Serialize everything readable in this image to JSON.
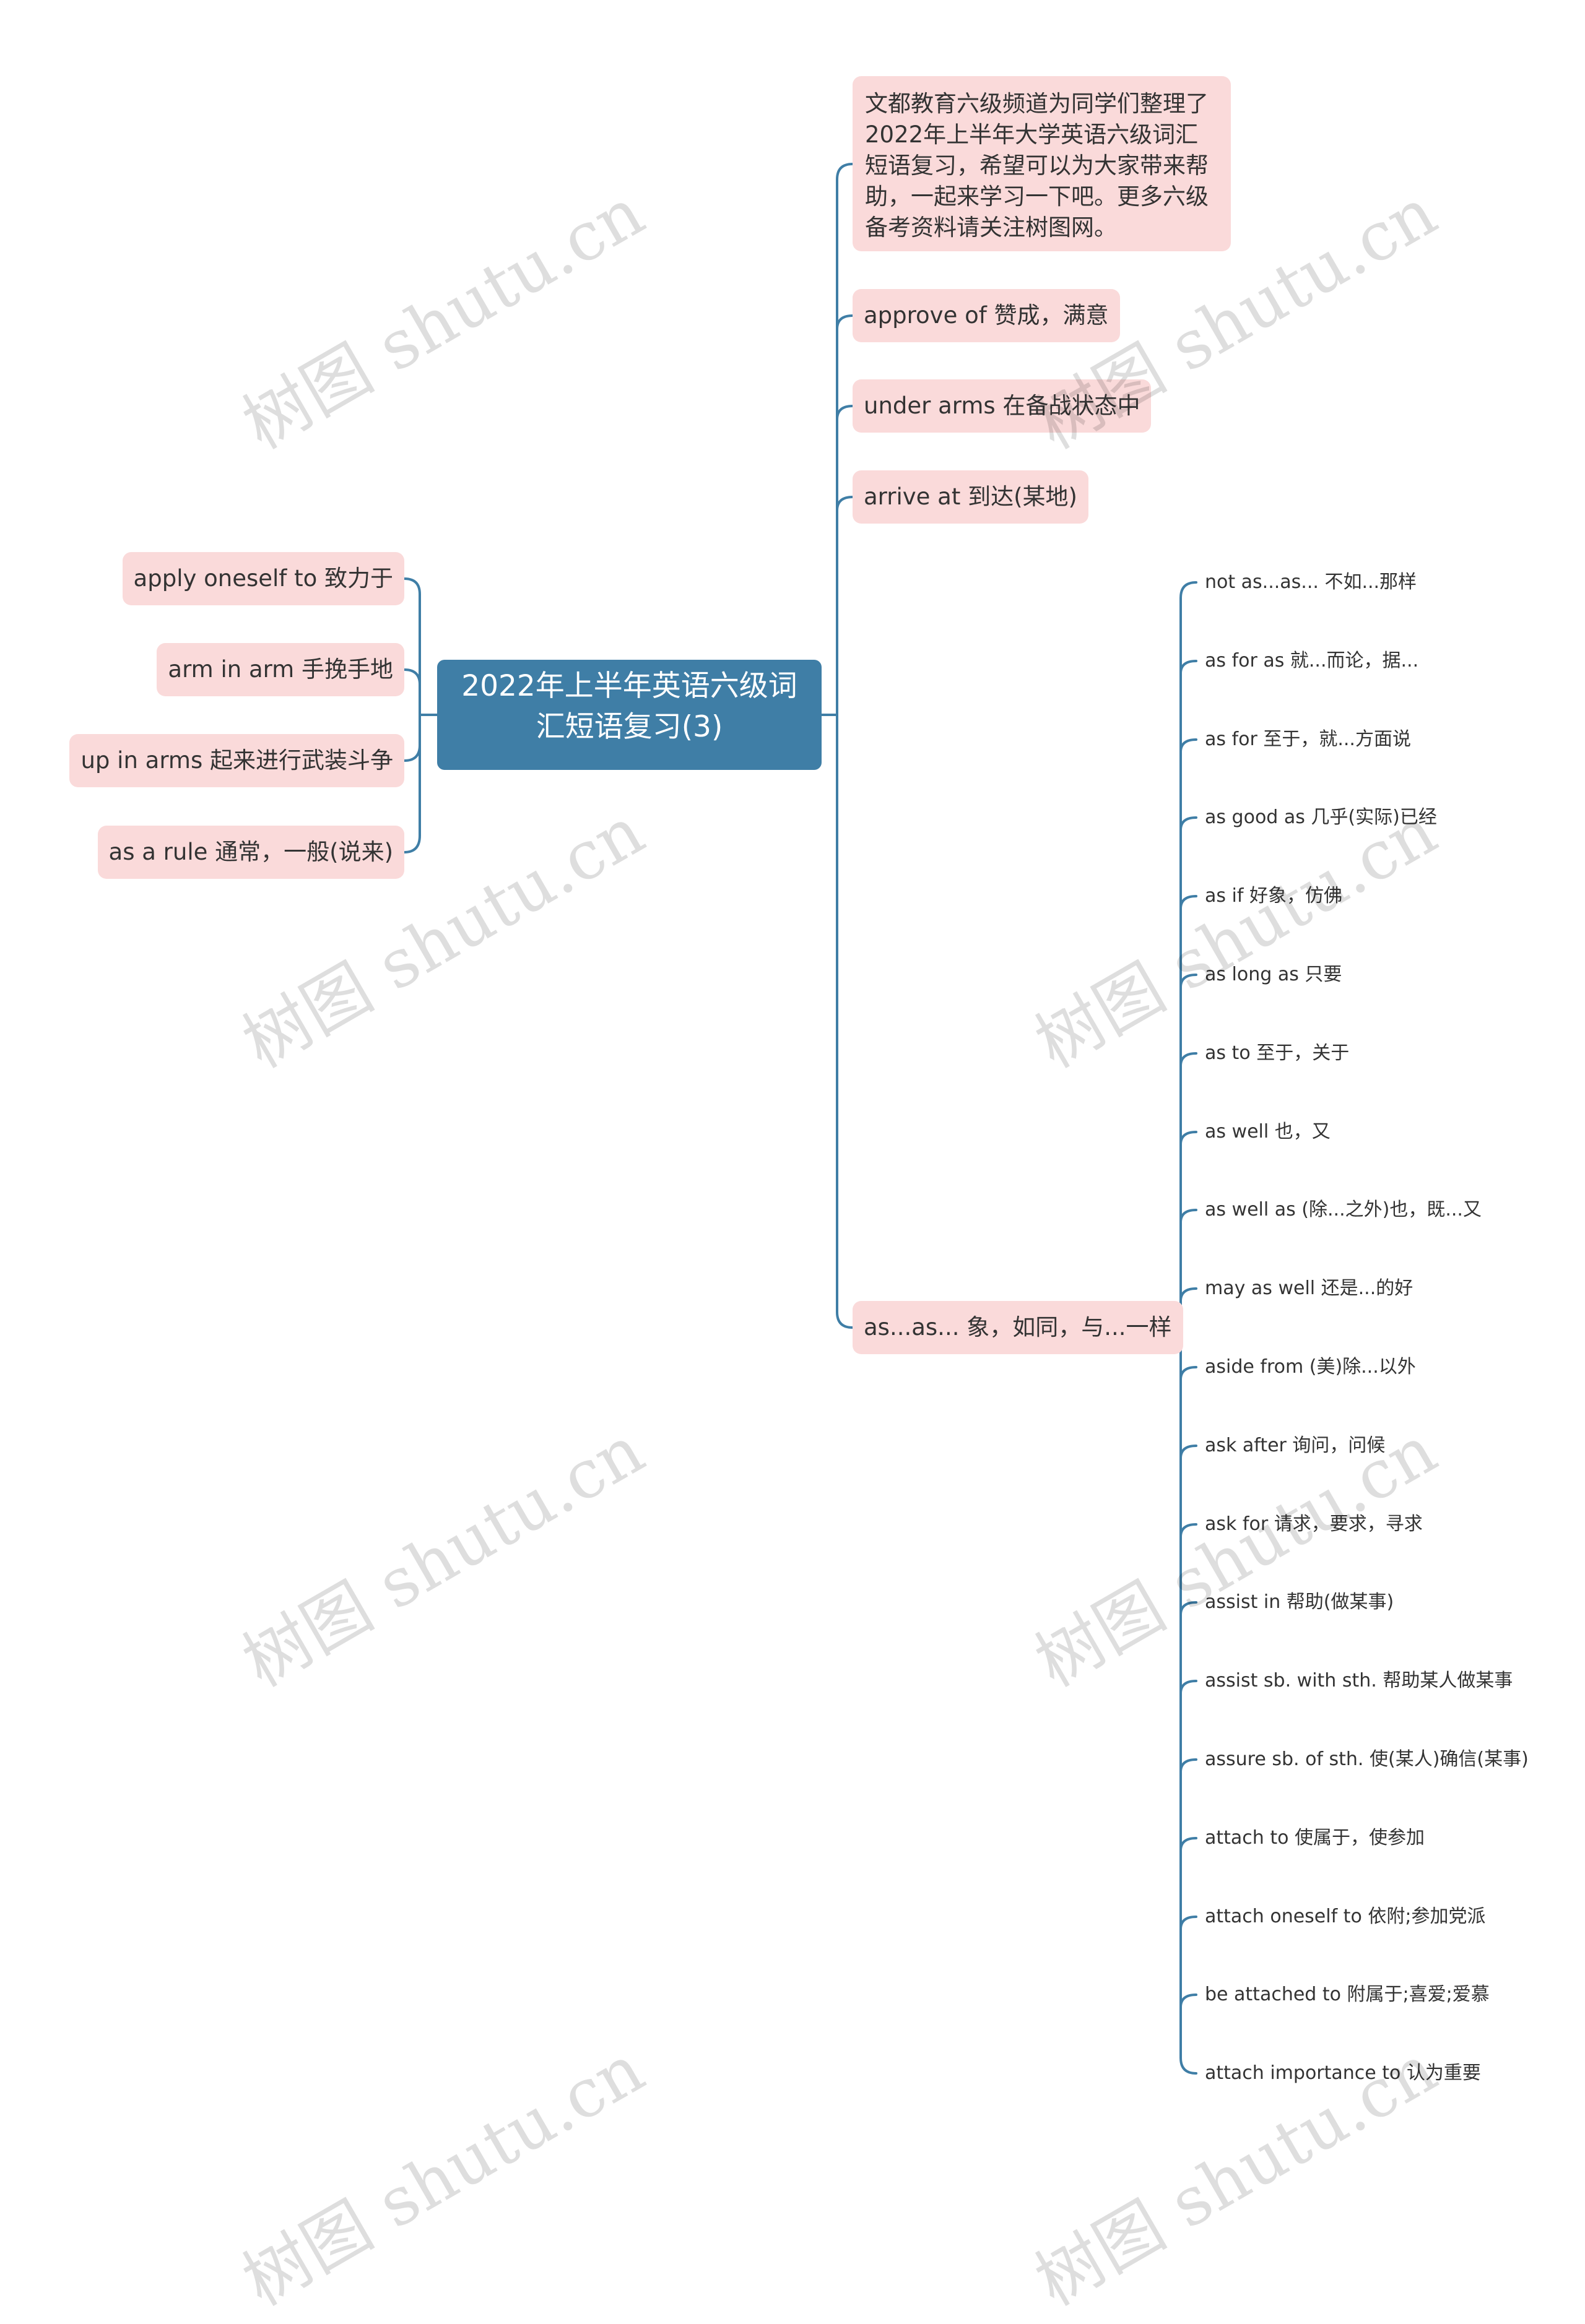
{
  "root": {
    "label": "2022年上半年英语六级词汇短语复习(3)"
  },
  "right_branches": {
    "intro": "文都教育六级频道为同学们整理了2022年上半年大学英语六级词汇短语复习，希望可以为大家带来帮助，一起来学习一下吧。更多六级备考资料请关注树图网。",
    "approve_of": "approve of 赞成，满意",
    "under_arms": "under arms 在备战状态中",
    "arrive_at": "arrive at 到达(某地)",
    "as_as": "as...as... 象，如同，与...一样"
  },
  "left_branches": [
    "apply oneself to 致力于",
    "arm in arm 手挽手地",
    "up in arms 起来进行武装斗争",
    "as a rule 通常，一般(说来)"
  ],
  "as_as_children": [
    "not as...as... 不如...那样",
    "as for as 就...而论，据...",
    "as for 至于，就...方面说",
    "as good as 几乎(实际)已经",
    "as if 好象，仿佛",
    "as long as 只要",
    "as to 至于，关于",
    "as well 也，又",
    "as well as (除...之外)也，既...又",
    "may as well 还是...的好",
    "aside from (美)除...以外",
    "ask after 询问，问候",
    "ask for 请求，要求，寻求",
    "assist in 帮助(做某事)",
    "assist sb. with sth. 帮助某人做某事",
    "assure sb. of sth. 使(某人)确信(某事)",
    "attach to 使属于，使参加",
    "attach oneself to 依附;参加党派",
    "be attached to 附属于;喜爱;爱慕",
    "attach importance to 认为重要"
  ],
  "watermark": "树图 shutu.cn",
  "colors": {
    "root_bg": "#3f7ea6",
    "node_bg": "#fadada",
    "line": "#3f7ea6",
    "text": "#333333"
  }
}
